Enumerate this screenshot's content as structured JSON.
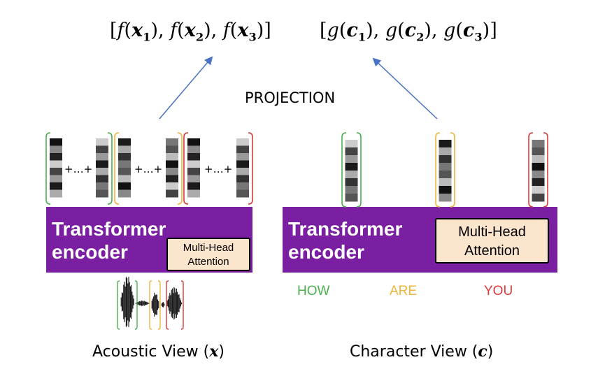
{
  "top": {
    "acoustic_formula": {
      "open": "[",
      "f": "f",
      "x": "x",
      "subs": [
        "1",
        "2",
        "3"
      ],
      "close": "]"
    },
    "character_formula": {
      "open": "[",
      "g": "g",
      "c": "c",
      "subs": [
        "1",
        "2",
        "3"
      ],
      "close": "]"
    },
    "projection_label": "PROJECTION"
  },
  "left": {
    "encoder_line1": "Transformer",
    "encoder_line2": "encoder",
    "mha_line1": "Multi-Head",
    "mha_line2": "Attention",
    "plus_text": "+…+",
    "view_label_prefix": "Acoustic View (",
    "view_symbol": "x",
    "view_label_suffix": ")"
  },
  "right": {
    "encoder_line1": "Transformer",
    "encoder_line2": "encoder",
    "mha_line1": "Multi-Head",
    "mha_line2": "Attention",
    "words": [
      "HOW",
      "ARE",
      "YOU"
    ],
    "view_label_prefix": "Character View (",
    "view_symbol": "c",
    "view_label_suffix": ")"
  },
  "colors": {
    "encoder": "#7a1fa2",
    "mha_fill": "#fce5cd",
    "arrow": "#4a72c4",
    "green": "#4caf50",
    "orange": "#f0b43c",
    "red": "#d93a3a"
  }
}
